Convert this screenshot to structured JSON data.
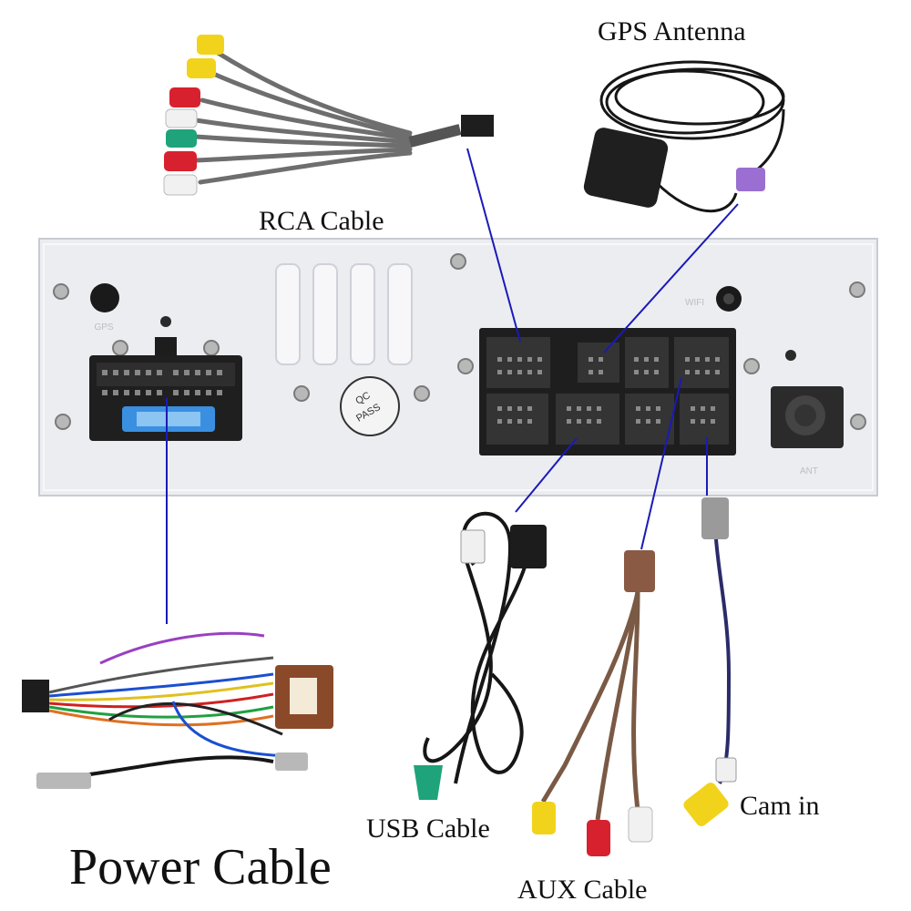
{
  "labels": {
    "gps_antenna": "GPS Antenna",
    "rca_cable": "RCA Cable",
    "usb_cable": "USB Cable",
    "aux_cable": "AUX Cable",
    "cam_in": "Cam in",
    "power_cable": "Power Cable"
  },
  "panel_marks": {
    "gps": "GPS",
    "wifi": "WIFI",
    "qc": "QC",
    "pass": "PASS",
    "ant": "ANT"
  },
  "colors": {
    "callout_line": "#1a1ab8",
    "panel": "#e9e9ee",
    "connector": "#222222",
    "fuse": "#3a8fe0",
    "rca_yellow": "#f2d31b",
    "rca_red": "#d8212e",
    "rca_white": "#f1f1f1",
    "rca_green": "#1fa37a",
    "gps_plug": "#9a6fd1",
    "aux_plug": "#8a5a45",
    "cam_plug": "#9a9a9a"
  }
}
